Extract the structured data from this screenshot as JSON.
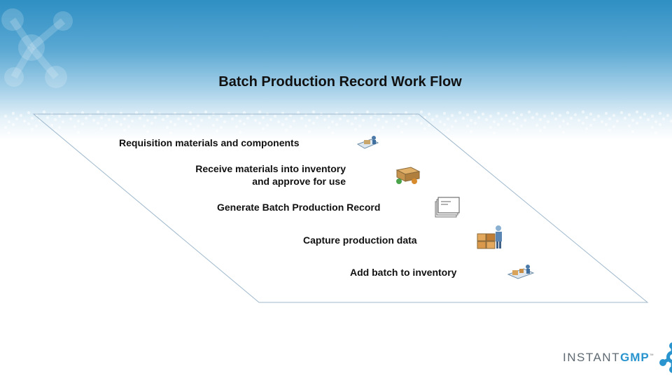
{
  "title": "Batch Production Record Work Flow",
  "colors": {
    "banner_top": "#2f8fc3",
    "brand_blue": "#2a94cf",
    "logo_grey": "#5f6a72",
    "outline": "#9fb8cc"
  },
  "steps": [
    {
      "lines": [
        "Requisition materials and components"
      ],
      "icon": "requisition-icon"
    },
    {
      "lines": [
        "Receive materials into inventory",
        "and approve for use"
      ],
      "icon": "receive-materials-icon"
    },
    {
      "lines": [
        "Generate Batch Production Record"
      ],
      "icon": "document-stack-icon"
    },
    {
      "lines": [
        "Capture production data"
      ],
      "icon": "production-worker-icon"
    },
    {
      "lines": [
        "Add batch to inventory"
      ],
      "icon": "inventory-add-icon"
    }
  ],
  "logo": {
    "text_main": "INSTANT",
    "text_accent": "GMP",
    "tm": "™"
  }
}
